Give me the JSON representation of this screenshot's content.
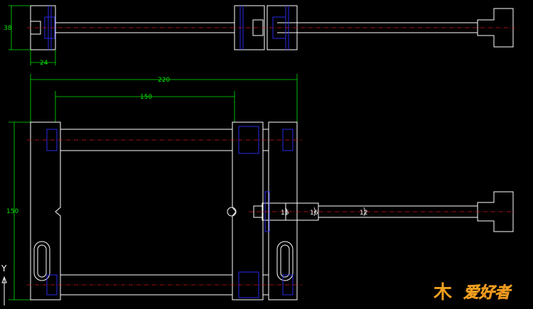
{
  "colors": {
    "background": "#000000",
    "outline": "#FFFFFF",
    "hidden_lines": "#2A2AE8",
    "centerline": "#D01818",
    "dimension": "#00E600",
    "logo_orange": "#F0A020",
    "logo_red": "#E83020"
  },
  "dimensions": {
    "top_height": "38",
    "top_width": "24",
    "overall_width": "220",
    "inner_width": "150",
    "height": "150"
  },
  "labels": {
    "dia1": "16",
    "dia2": "16",
    "dia3": "12"
  },
  "ucs": {
    "y_label": "Y"
  },
  "watermark": {
    "glyph": "木",
    "text": "爱好者"
  }
}
